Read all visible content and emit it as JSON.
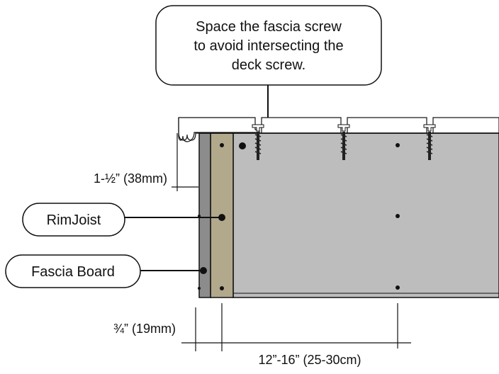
{
  "callout_top": {
    "lines": [
      "Space the fascia screw",
      "to avoid intersecting the",
      "deck screw."
    ]
  },
  "labels": {
    "rim_joist": "RimJoist",
    "fascia_board": "Fascia Board"
  },
  "dimensions": {
    "board_thickness": "1-½” (38mm)",
    "fascia_thickness": "¾” (19mm)",
    "screw_spacing": "12”-16” (25-30cm)"
  },
  "colors": {
    "joist_fill": "#bdbdbd",
    "rim_joist_fill": "#b2a98c",
    "fascia_fill": "#8c8c8c",
    "line": "#111111"
  }
}
